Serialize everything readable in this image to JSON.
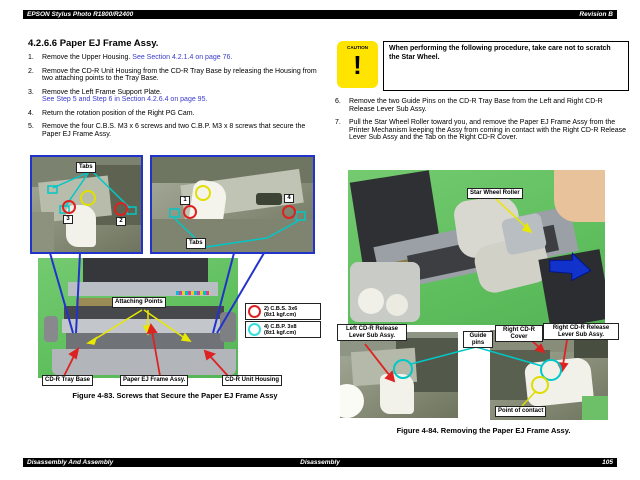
{
  "header": {
    "title": "EPSON Stylus Photo R1800/R2400",
    "revision": "Revision B"
  },
  "footer": {
    "left": "Disassembly And Assembly",
    "center": "Disassembly",
    "page": "105"
  },
  "section": {
    "heading": "4.2.6.6  Paper EJ Frame Assy."
  },
  "steps_left": [
    {
      "num": "1.",
      "text": "Remove the Upper Housing. ",
      "link": "See Section 4.2.1.4 on page 76."
    },
    {
      "num": "2.",
      "text": "Remove the CD-R Unit Housing from the CD-R Tray Base by releasing the Housing from two attaching points to the Tray Base."
    },
    {
      "num": "3.",
      "text": "Remove the Left Frame Support Plate.",
      "link": "See Step 5 and Step 6 in Section 4.2.6.4 on page 95."
    },
    {
      "num": "4.",
      "text": "Return the rotation position of the Right PG Cam."
    },
    {
      "num": "5.",
      "text": "Remove the four C.B.S. M3 x 6 screws and two C.B.P. M3 x 8 screws that secure the Paper EJ Frame Assy."
    }
  ],
  "caution": {
    "label": "CAUTION",
    "mark": "!",
    "text": "When performing the following procedure, take care not to scratch the Star Wheel."
  },
  "steps_right": [
    {
      "num": "6.",
      "text": "Remove the two Guide Pins on the CD-R Tray Base from the Left and Right CD-R Release Lever Sub Assy."
    },
    {
      "num": "7.",
      "text": "Pull the Star Wheel Roller toward you, and remove the Paper EJ Frame Assy from the Printer Mechanism keeping the Assy from coming in contact with the Right CD-R Release Lever Sub Assy and the Tab on the Right CD-R Cover."
    }
  ],
  "figure83": {
    "tabs_left": "Tabs",
    "tabs_right": "Tabs",
    "screw_numbers": [
      "1",
      "2",
      "3",
      "4"
    ],
    "attaching_points": "Attaching Points",
    "legend": [
      {
        "line1": "2) C.B.S. 3x6",
        "line2": "(8±1 kgf.cm)"
      },
      {
        "line1": "4) C.B.P. 3x8",
        "line2": "(8±1 kgf.cm)"
      }
    ],
    "labels": {
      "tray_base": "CD-R Tray Base",
      "ej_frame": "Paper EJ Frame Assy.",
      "unit_housing": "CD-R Unit Housing"
    },
    "caption": "Figure 4-83. Screws that Secure the Paper EJ Frame Assy"
  },
  "figure84": {
    "star_wheel": "Star Wheel Roller",
    "left_lever": "Left CD-R Release Lever Sub Assy.",
    "guide_pins": "Guide pins",
    "right_cover": "Right CD-R Cover",
    "right_lever": "Right CD-R Release Lever Sub Assy.",
    "point_of_contact": "Point of contact",
    "caption": "Figure 4-84. Removing the Paper EJ Frame Assy."
  },
  "colors": {
    "link_blue": "#3a3acc",
    "inset_border_blue": "#2233cc",
    "photo_green": "#5fbf5e",
    "caution_yellow": "#ffe400",
    "annotation_cyan": "#00c8c8",
    "annotation_yellow": "#e4e400",
    "annotation_red": "#dd2222"
  }
}
